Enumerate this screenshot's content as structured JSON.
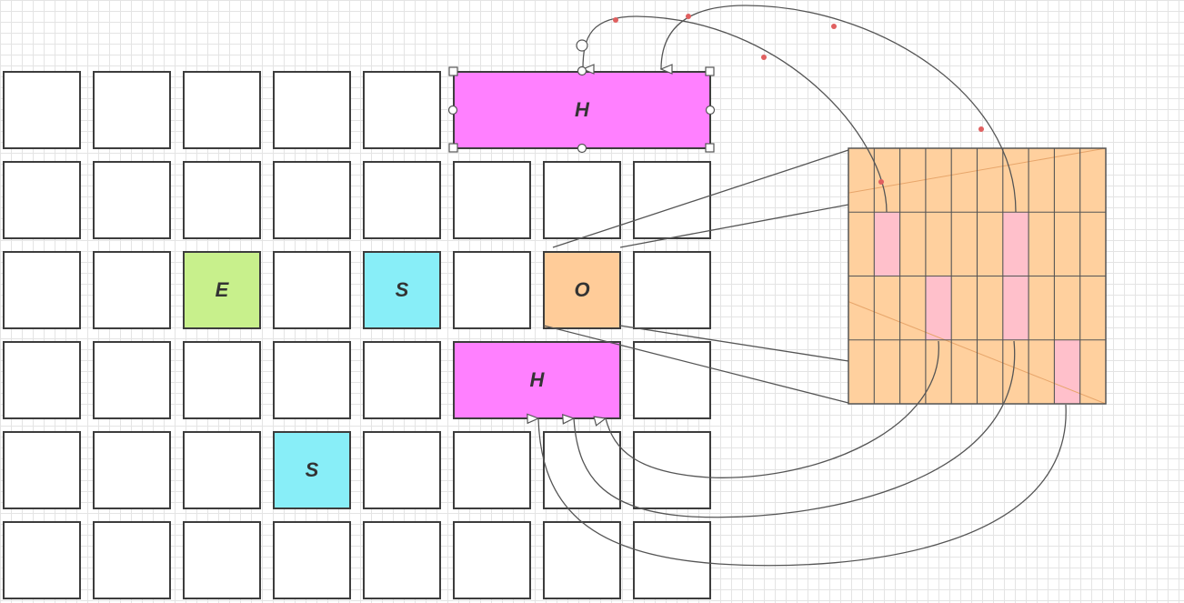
{
  "colors": {
    "grid_border": "#3d3d3d",
    "E": "#c8f08c",
    "S": "#88eef8",
    "O": "#ffcc99",
    "H": "#ff80ff",
    "zoom_fill": "#ffd09e",
    "zoom_highlight": "#ffc0cb",
    "connector": "#555555",
    "handle_dot": "#e06060"
  },
  "board": {
    "cells": [
      {
        "row": 0,
        "col": 0,
        "span": 1,
        "letter": ""
      },
      {
        "row": 0,
        "col": 1,
        "span": 1,
        "letter": ""
      },
      {
        "row": 0,
        "col": 2,
        "span": 1,
        "letter": ""
      },
      {
        "row": 0,
        "col": 3,
        "span": 1,
        "letter": ""
      },
      {
        "row": 0,
        "col": 4,
        "span": 1,
        "letter": ""
      },
      {
        "row": 0,
        "col": 5,
        "span": 3,
        "letter": "H",
        "selected": true
      },
      {
        "row": 1,
        "col": 0,
        "span": 1,
        "letter": ""
      },
      {
        "row": 1,
        "col": 1,
        "span": 1,
        "letter": ""
      },
      {
        "row": 1,
        "col": 2,
        "span": 1,
        "letter": ""
      },
      {
        "row": 1,
        "col": 3,
        "span": 1,
        "letter": ""
      },
      {
        "row": 1,
        "col": 4,
        "span": 1,
        "letter": ""
      },
      {
        "row": 1,
        "col": 5,
        "span": 1,
        "letter": ""
      },
      {
        "row": 1,
        "col": 6,
        "span": 1,
        "letter": ""
      },
      {
        "row": 1,
        "col": 7,
        "span": 1,
        "letter": ""
      },
      {
        "row": 2,
        "col": 0,
        "span": 1,
        "letter": ""
      },
      {
        "row": 2,
        "col": 1,
        "span": 1,
        "letter": ""
      },
      {
        "row": 2,
        "col": 2,
        "span": 1,
        "letter": "E"
      },
      {
        "row": 2,
        "col": 3,
        "span": 1,
        "letter": ""
      },
      {
        "row": 2,
        "col": 4,
        "span": 1,
        "letter": "S"
      },
      {
        "row": 2,
        "col": 5,
        "span": 1,
        "letter": ""
      },
      {
        "row": 2,
        "col": 6,
        "span": 1,
        "letter": "O"
      },
      {
        "row": 2,
        "col": 7,
        "span": 1,
        "letter": ""
      },
      {
        "row": 3,
        "col": 0,
        "span": 1,
        "letter": ""
      },
      {
        "row": 3,
        "col": 1,
        "span": 1,
        "letter": ""
      },
      {
        "row": 3,
        "col": 2,
        "span": 1,
        "letter": ""
      },
      {
        "row": 3,
        "col": 3,
        "span": 1,
        "letter": ""
      },
      {
        "row": 3,
        "col": 4,
        "span": 1,
        "letter": ""
      },
      {
        "row": 3,
        "col": 5,
        "span": 2,
        "letter": "H"
      },
      {
        "row": 3,
        "col": 7,
        "span": 1,
        "letter": ""
      },
      {
        "row": 4,
        "col": 0,
        "span": 1,
        "letter": ""
      },
      {
        "row": 4,
        "col": 1,
        "span": 1,
        "letter": ""
      },
      {
        "row": 4,
        "col": 2,
        "span": 1,
        "letter": ""
      },
      {
        "row": 4,
        "col": 3,
        "span": 1,
        "letter": "S"
      },
      {
        "row": 4,
        "col": 4,
        "span": 1,
        "letter": ""
      },
      {
        "row": 4,
        "col": 5,
        "span": 1,
        "letter": ""
      },
      {
        "row": 4,
        "col": 6,
        "span": 1,
        "letter": ""
      },
      {
        "row": 4,
        "col": 7,
        "span": 1,
        "letter": ""
      },
      {
        "row": 5,
        "col": 0,
        "span": 1,
        "letter": ""
      },
      {
        "row": 5,
        "col": 1,
        "span": 1,
        "letter": ""
      },
      {
        "row": 5,
        "col": 2,
        "span": 1,
        "letter": ""
      },
      {
        "row": 5,
        "col": 3,
        "span": 1,
        "letter": ""
      },
      {
        "row": 5,
        "col": 4,
        "span": 1,
        "letter": ""
      },
      {
        "row": 5,
        "col": 5,
        "span": 1,
        "letter": ""
      },
      {
        "row": 5,
        "col": 6,
        "span": 1,
        "letter": ""
      },
      {
        "row": 5,
        "col": 7,
        "span": 1,
        "letter": ""
      }
    ]
  },
  "zoom_grid": {
    "rows": 4,
    "cols": 10,
    "highlights": [
      {
        "row": 1,
        "col": 1
      },
      {
        "row": 1,
        "col": 6
      },
      {
        "row": 2,
        "col": 3
      },
      {
        "row": 2,
        "col": 6
      },
      {
        "row": 3,
        "col": 8
      }
    ]
  }
}
